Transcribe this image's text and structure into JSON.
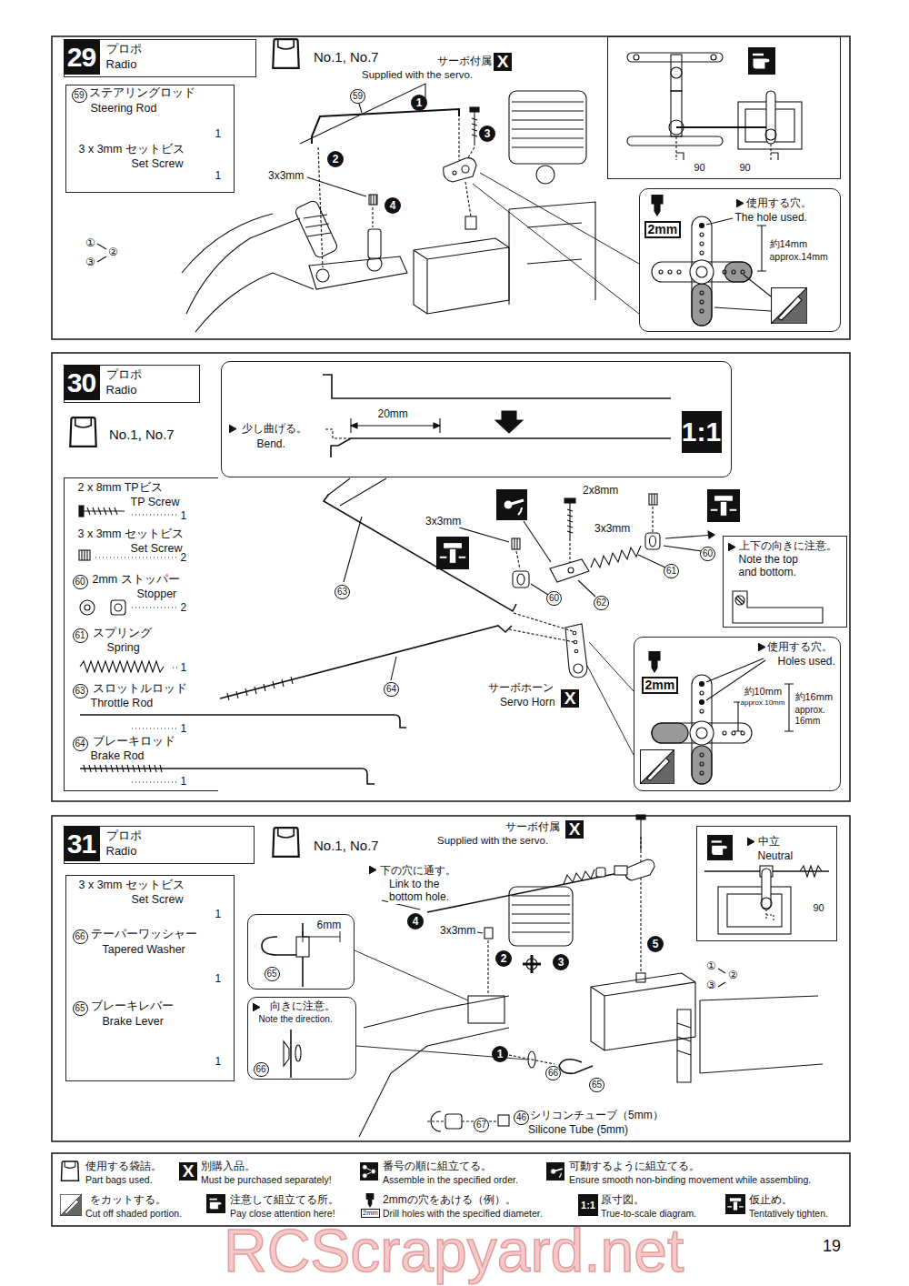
{
  "diagram": {
    "nodes": [
      {
        "text": [
          "29",
          "プロポ",
          "Radio"
        ]
      },
      {
        "text": [
          "59",
          "ステアリングロッド",
          "Steering Rod",
          "1",
          "3 x 3mm セットビス",
          "Set Screw",
          "1"
        ]
      },
      {
        "text": [
          "90",
          "90"
        ]
      },
      {
        "text": [
          "2mm",
          "使用する穴。",
          "The hole used.",
          "約14mm",
          "approx.14mm"
        ]
      },
      {
        "text": [
          "30",
          "プロポ",
          "Radio"
        ]
      },
      {
        "text": [
          "2 x 8mm TPビス",
          "TP Screw",
          "1",
          "3 x 3mm セットビス",
          "Set Screw",
          "2",
          "60",
          "2mm ストッパー",
          "Stopper",
          "2",
          "61",
          "スプリング",
          "Spring",
          "1",
          "63",
          "スロットルロッド",
          "Throttle Rod",
          "1",
          "64",
          "ブレーキロッド",
          "Brake Rod",
          "1"
        ]
      },
      {
        "text": [
          "少し曲げる。",
          "Bend.",
          "20mm",
          "1:1"
        ]
      },
      {
        "text": [
          "上下の向きに注意。",
          "Note the top and bottom."
        ]
      },
      {
        "text": [
          "使用する穴。",
          "Holes used.",
          "2mm",
          "約10mm",
          "approx.10mm",
          "約16mm",
          "approx. 16mm"
        ]
      },
      {
        "text": [
          "31",
          "プロポ",
          "Radio"
        ]
      },
      {
        "text": [
          "3 x 3mm セットビス",
          "Set Screw",
          "1",
          "66",
          "テーパーワッシャー",
          "Tapered Washer",
          "1",
          "65",
          "ブレーキレバー",
          "Brake Lever",
          "1"
        ]
      },
      {
        "text": [
          "6mm",
          "65"
        ]
      },
      {
        "text": [
          "向きに注意。",
          "Note the direction.",
          "66"
        ]
      },
      {
        "text": [
          "中立",
          "Neutral",
          "90"
        ]
      }
    ],
    "labels": [
      "No.1, No.7",
      "サーボ付属",
      "Supplied with the servo.",
      "X",
      "59",
      "1",
      "2",
      "3",
      "3x3mm",
      "4",
      "①",
      "②",
      "③",
      "No.1, No.7",
      "2x8mm",
      "3x3mm",
      "3x3mm",
      "60",
      "61",
      "60",
      "62",
      "63",
      "64",
      "サーボホーン",
      "Servo Horn",
      "X",
      "No.1, No.7",
      "サーボ付属",
      "Supplied with the servo.",
      "X",
      "下の穴に通す。",
      "Link to the bottom hole.",
      "4",
      "3x3mm",
      "2",
      "3",
      "5",
      "1",
      "66",
      "65",
      "67",
      "46",
      "シリコンチューブ（5mm）",
      "Silicone Tube (5mm)",
      "①",
      "②",
      "③",
      "X",
      "2mm",
      "1:1",
      "19",
      "RCScrapyard.net"
    ],
    "legend": [
      {
        "text": "使用する袋詰。"
      },
      {
        "text": "Part bags used."
      },
      {
        "text": "別購入品。"
      },
      {
        "text": "Must be purchased separately!"
      },
      {
        "text": "番号の順に組立てる。"
      },
      {
        "text": "Assemble in the specified order."
      },
      {
        "text": "可動するように組立てる。"
      },
      {
        "text": "Ensure smooth non-binding movement while assembling."
      },
      {
        "text": "をカットする。"
      },
      {
        "text": "Cut off shaded portion."
      },
      {
        "text": "注意して組立てる所。"
      },
      {
        "text": "Pay close attention here!"
      },
      {
        "text": "2mmの穴をあける（例）。"
      },
      {
        "text": "Drill holes with the specified diameter."
      },
      {
        "text": "原寸図。"
      },
      {
        "text": "True-to-scale diagram."
      },
      {
        "text": "仮止め。"
      },
      {
        "text": "Tentatively tighten."
      }
    ]
  }
}
